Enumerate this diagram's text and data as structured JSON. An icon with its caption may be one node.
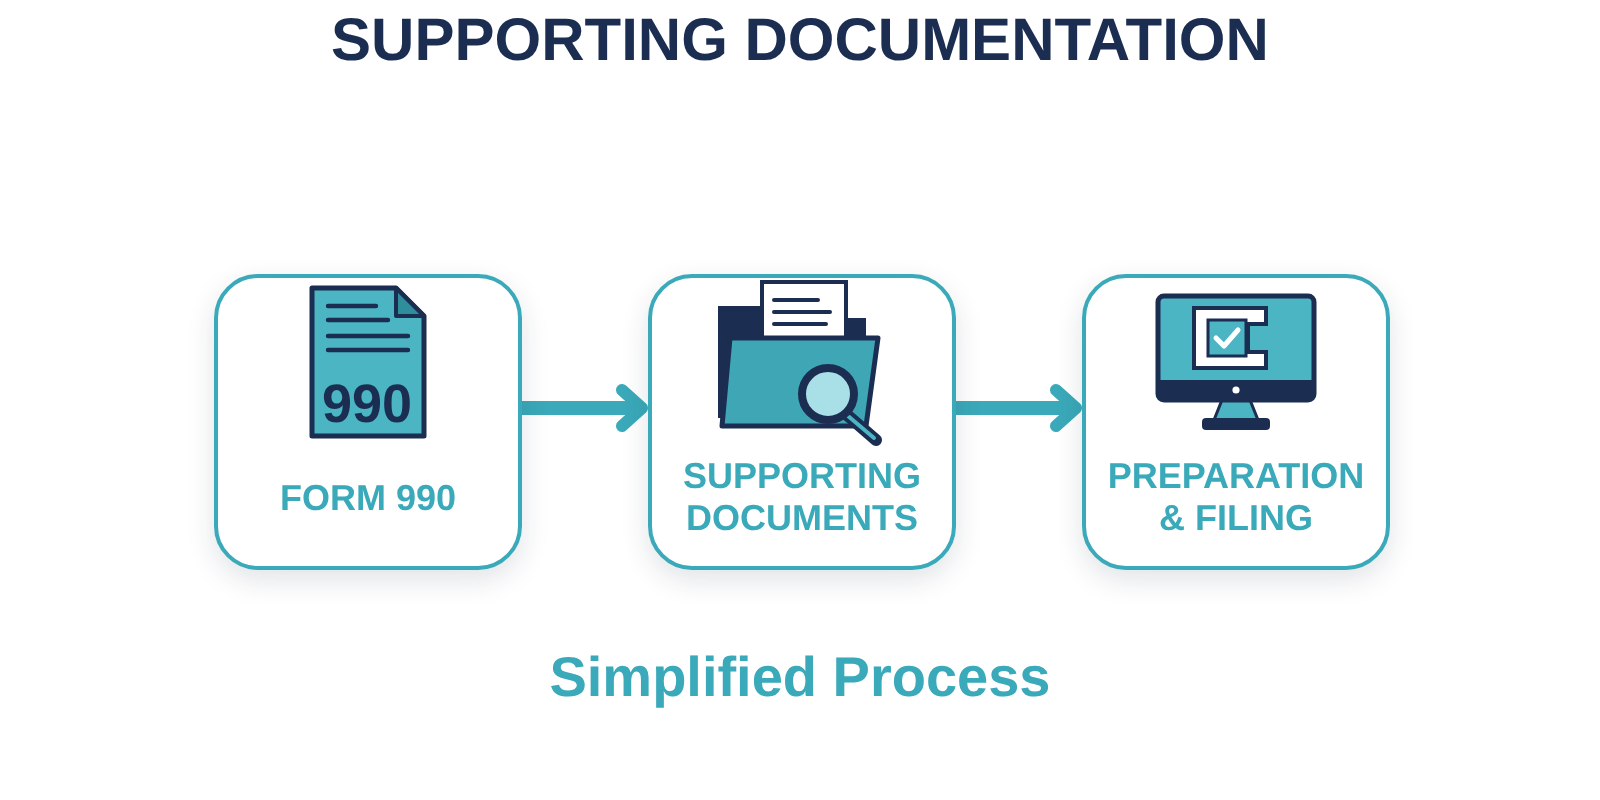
{
  "diagram": {
    "title": "SUPPORTING DOCUMENTATION",
    "caption": "Simplified Process",
    "nodes": [
      {
        "text": [
          "990",
          "FORM 990"
        ]
      },
      {
        "text": [
          "SUPPORTING DOCUMENTS"
        ]
      },
      {
        "text": [
          "PREPARATION & FILING"
        ]
      }
    ],
    "edges": [
      {
        "from": 0,
        "to": 1,
        "arrow": "to"
      },
      {
        "from": 1,
        "to": 2,
        "arrow": "to"
      }
    ]
  }
}
